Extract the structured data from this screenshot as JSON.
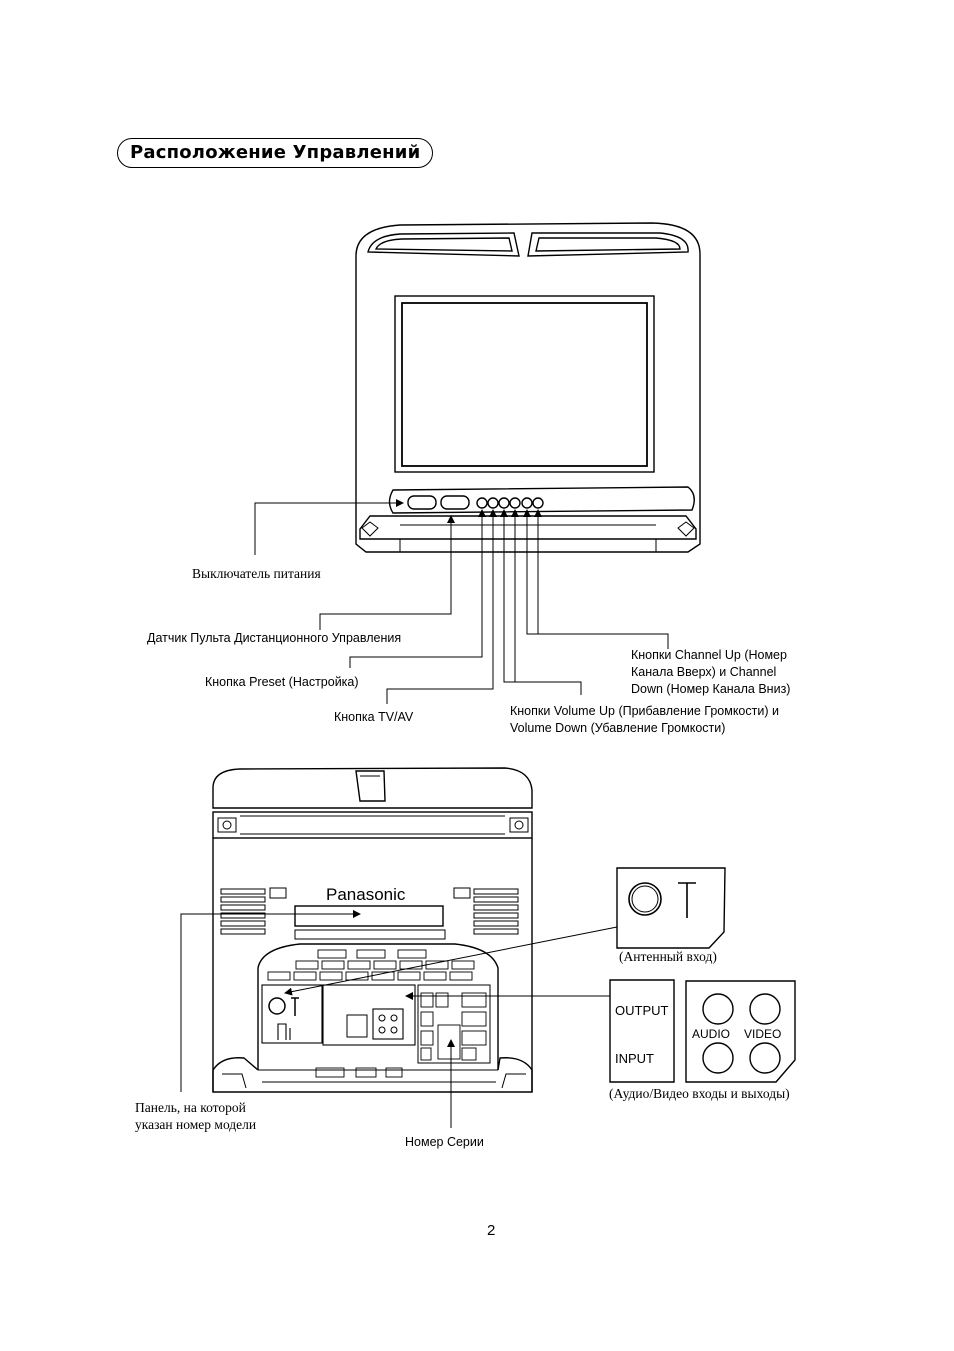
{
  "title": "Расположение Управлений",
  "front_labels": {
    "power_switch": "Выключатель питания",
    "remote_sensor": "Датчик Пульта Дистанционного Управления",
    "preset_button": "Кнопка Preset (Настройка)",
    "tv_av_button": "Кнопка TV/AV",
    "channel_buttons": [
      "Кнопки Channel Up (Номер",
      "Канала Вверх) и Channel",
      "Down (Номер Канала Вниз)"
    ],
    "volume_buttons": [
      "Кнопки Volume Up (Прибавление Громкости) и",
      "Volume Down (Убавление Громкости)"
    ]
  },
  "rear_labels": {
    "brand": "Panasonic",
    "antenna_input": "(Антенный вход)",
    "av_io": "(Аудио/Видео входы и выходы)",
    "model_panel": [
      "Панель, на которой",
      "указан номер модели"
    ],
    "serial_number": "Номер Серии",
    "output": "OUTPUT",
    "input": "INPUT",
    "audio": "AUDIO",
    "video": "VIDEO"
  },
  "page_number": "2"
}
